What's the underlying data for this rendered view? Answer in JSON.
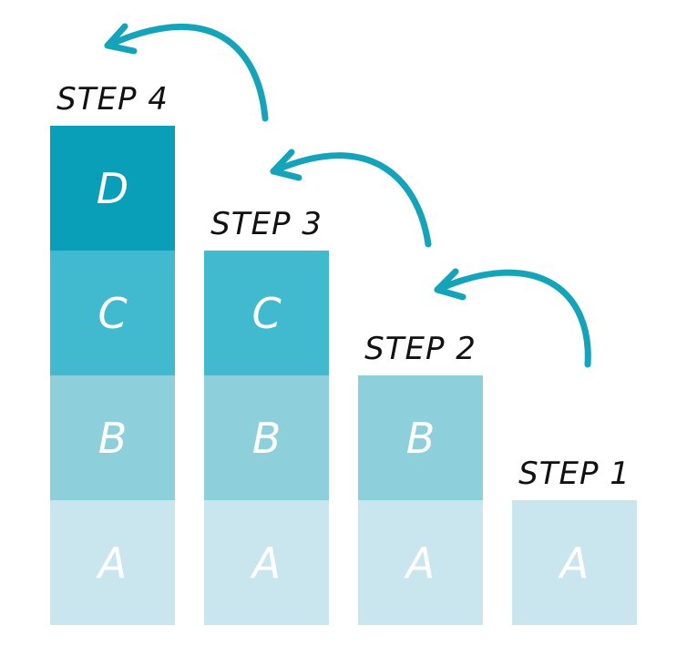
{
  "steps": [
    {
      "label": "STEP 1",
      "blocks": [
        "A"
      ]
    },
    {
      "label": "STEP 2",
      "blocks": [
        "A",
        "B"
      ]
    },
    {
      "label": "STEP 3",
      "blocks": [
        "A",
        "B",
        "C"
      ]
    },
    {
      "label": "STEP 4",
      "blocks": [
        "A",
        "B",
        "C",
        "D"
      ]
    }
  ],
  "colors": {
    "A": "#c9e6ee",
    "B": "#8ecfdc",
    "C": "#41bacf",
    "D": "#0a9fb9",
    "arrow": "#15a3ba"
  }
}
